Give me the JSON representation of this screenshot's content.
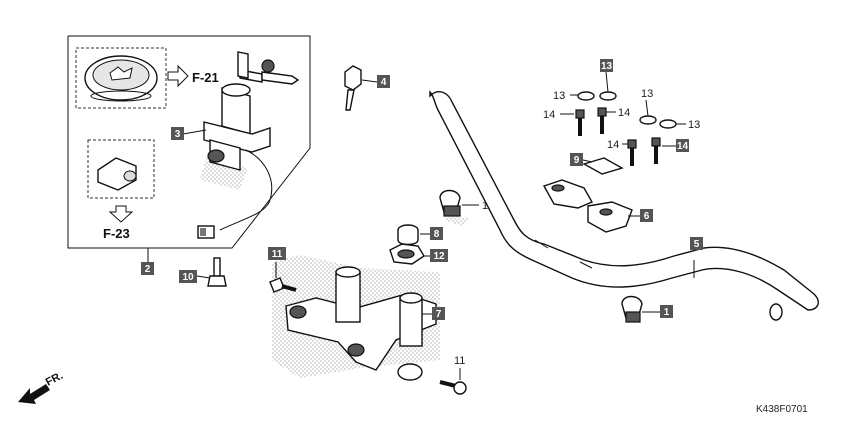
{
  "diagram": {
    "ref_f21": "F-21",
    "ref_f23": "F-23",
    "front_arrow": "FR.",
    "drawing_code": "K438F0701"
  },
  "callouts": {
    "c1a": "1",
    "c1b": "1",
    "c2": "2",
    "c3": "3",
    "c4": "4",
    "c5": "5",
    "c6": "6",
    "c7": "7",
    "c8": "8",
    "c9": "9",
    "c10": "10",
    "c11a": "11",
    "c11b": "11",
    "c12": "12",
    "c13a": "13",
    "c13b": "13",
    "c13c": "13",
    "c13d": "13",
    "c14a": "14",
    "c14b": "14",
    "c14c": "14",
    "c14d": "14"
  },
  "colors": {
    "box_fill": "#555555",
    "line": "#111111",
    "dots": "#bdbdbd"
  }
}
